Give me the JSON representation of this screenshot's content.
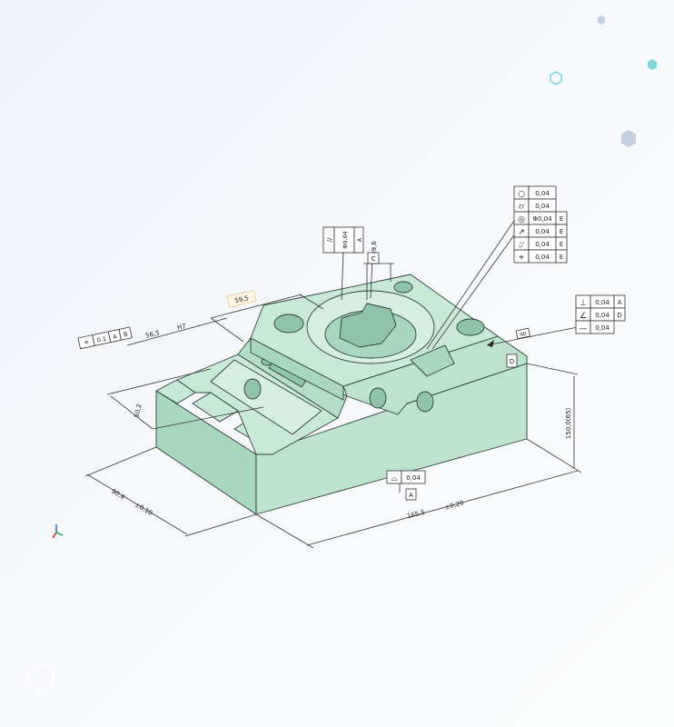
{
  "colors": {
    "part_top": "#c9e9d8",
    "part_left": "#a9d6bf",
    "part_right": "#bde3cf",
    "part_edge": "#2e3e36",
    "hex_slate": "#c4cfe0",
    "hex_cyan": "#7fd6d8",
    "hex_white": "#ffffff"
  },
  "fcf_top_left": {
    "symbol": "⌖",
    "tol": "0.1",
    "datums": [
      "A",
      "B"
    ]
  },
  "fcf_parallel": {
    "symbol": "//",
    "tol": "Φ0,04",
    "datum": "A"
  },
  "basic_dims": {
    "d_39_6": "39,6",
    "d_59_5": "59,5",
    "d_56_5": "56,5",
    "d_H7": "H7",
    "d_50_2": "50,2"
  },
  "datum_labels": {
    "c": "C",
    "d": "D",
    "a": "A"
  },
  "fcf_stack": {
    "rows": [
      {
        "symbol": "○",
        "value": "0,04",
        "modifier": ""
      },
      {
        "symbol": "⌭",
        "value": "0,04",
        "modifier": ""
      },
      {
        "symbol": "◎",
        "value": "Φ0,04",
        "modifier": "E"
      },
      {
        "symbol": "↗",
        "value": "0,04",
        "modifier": "E"
      },
      {
        "symbol": "⌰",
        "value": "0,04",
        "modifier": "E"
      },
      {
        "symbol": "⌖",
        "value": "0,04",
        "modifier": "E"
      }
    ]
  },
  "fcf_right": {
    "rows": [
      {
        "symbol": "⊥",
        "value": "0,04",
        "datum": "A"
      },
      {
        "symbol": "∠",
        "value": "0,04",
        "datum": "D"
      },
      {
        "symbol": "—",
        "value": "0,04",
        "datum": ""
      }
    ]
  },
  "fcf_bottom": {
    "symbol": "⌓",
    "value": "0,04",
    "datum": "A"
  },
  "small_tag": "90",
  "overall_dims": {
    "width_left": "90,4",
    "width_left_tol": "±0,10",
    "length": "165,5",
    "length_tol": "±0,20",
    "height": "150,0(65)"
  }
}
